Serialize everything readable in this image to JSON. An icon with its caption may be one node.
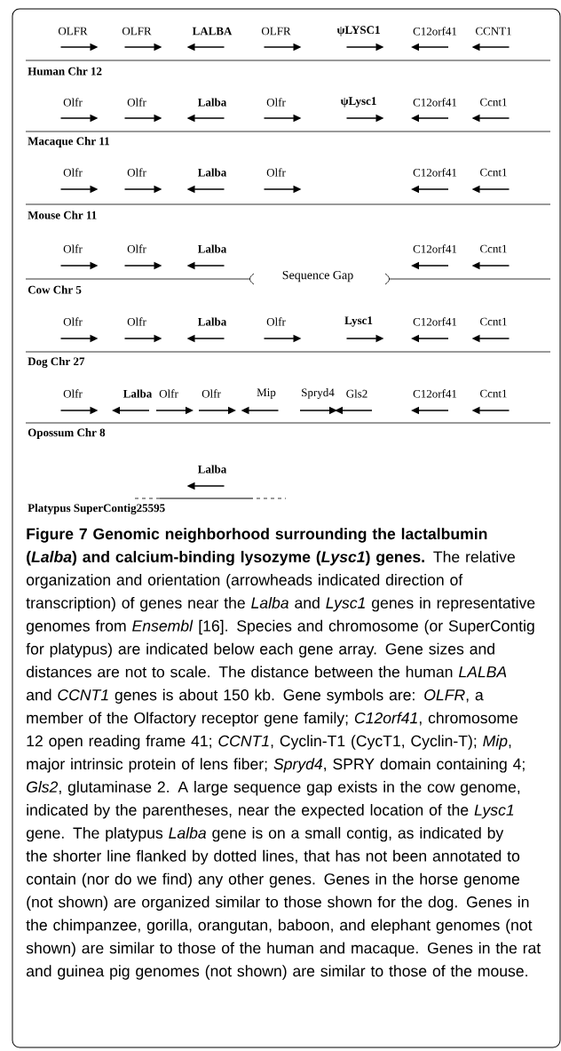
{
  "diagram": {
    "title": "Figure 7 Genomic neighborhood surrounding the lactalbumin (*Lalba*) and calcium-binding lysozyme (*Lysc1*) genes.",
    "caption": "The relative organization and orientation (arrowheads indicated direction of transcription) of genes near the *Lalba* and *Lysc1* genes in representative genomes from *Ensembl* [16]. Species and chromosome (or SuperContig for platypus) are indicated below each gene array. Gene sizes and distances are not to scale. The distance between the human *LALBA* and *CCNT1* genes is about 150 kb. Gene symbols are: *OLFR*, a member of the Olfactory receptor gene family; *C12orf41*, chromosome 12 open reading frame 41; *CCNT1*, Cyclin-T1 (CycT1, Cyclin-T); *Mip*, major intrinsic protein of lens fiber; *Spryd4*, SPRY domain containing 4; *Gls2*, glutaminase 2. A large sequence gap exists in the cow genome, indicated by the parentheses, near the expected location of the *Lysc1* gene. The platypus *Lalba* gene is on a small contig, as indicated by the shorter line flanked by dotted lines, that has not been annotated to contain (nor do we find) any other genes. Genes in the horse genome (not shown) are organized similar to those shown for the dog. Genes in the chimpanzee, gorilla, orangutan, baboon, and elephant genomes (not shown) are similar to those of the human and macaque. Genes in the rat and guinea pig genomes (not shown) are similar to those of the mouse.",
    "labels": [
      "OLFR",
      "OLFR",
      "LALBA",
      "OLFR",
      "ψLYSC1",
      "C12orf41",
      "CCNT1",
      "Human Chr 12",
      "Olfr",
      "Olfr",
      "Lalba",
      "Olfr",
      "ψLysc1",
      "C12orf41",
      "Ccnt1",
      "Macaque Chr 11",
      "Olfr",
      "Olfr",
      "Lalba",
      "Olfr",
      "C12orf41",
      "Ccnt1",
      "Mouse Chr 11",
      "Olfr",
      "Olfr",
      "Lalba",
      "C12orf41",
      "Ccnt1",
      "Sequence Gap",
      "Cow Chr 5",
      "Olfr",
      "Olfr",
      "Lalba",
      "Olfr",
      "Lysc1",
      "C12orf41",
      "Ccnt1",
      "Dog Chr 27",
      "Olfr",
      "Lalba",
      "Olfr",
      "Olfr",
      "Mip",
      "Spryd4",
      "Gls2",
      "C12orf41",
      "Ccnt1",
      "Opossum Chr 8",
      "Lalba",
      "Platypus SuperContig25595"
    ]
  }
}
